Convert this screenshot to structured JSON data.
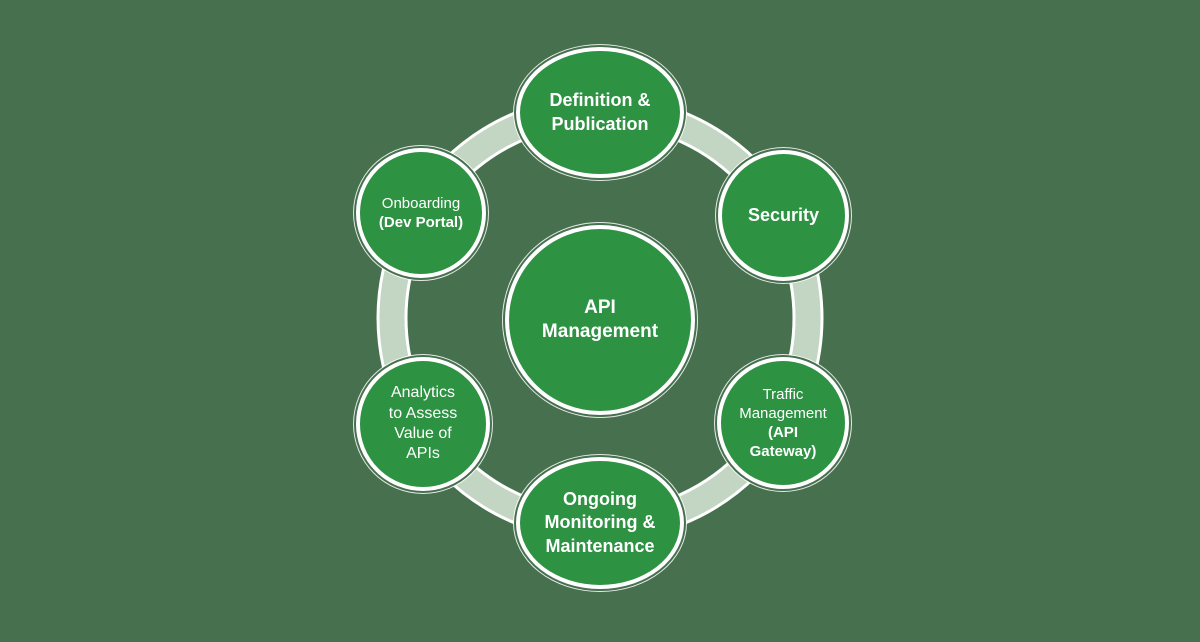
{
  "diagram": {
    "title": "API Management lifecycle diagram",
    "colors": {
      "background": "#47704F",
      "node_fill": "#2E9243",
      "node_border": "#FFFFFF",
      "ring_fill": "#C3D6C3",
      "ring_edge": "#FFFFFF",
      "text": "#FFFFFF"
    },
    "nodes": {
      "center": {
        "label": "API\nManagement"
      },
      "top": {
        "label": "Definition &\nPublication"
      },
      "upper_right": {
        "label": "Security"
      },
      "lower_right": {
        "label": "Traffic\nManagement",
        "bold_label": "(API\nGateway)"
      },
      "bottom": {
        "label": "Ongoing\nMonitoring &\nMaintenance"
      },
      "lower_left": {
        "label": "Analytics\nto Assess\nValue of\nAPIs"
      },
      "upper_left": {
        "label": "Onboarding",
        "bold_label": "(Dev Portal)"
      }
    }
  }
}
